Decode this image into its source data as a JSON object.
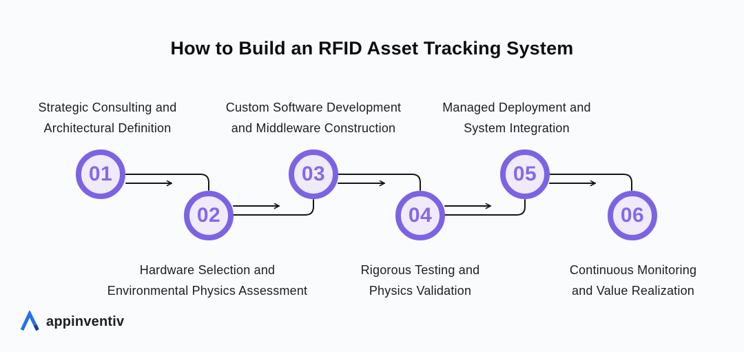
{
  "title": "How to Build an RFID Asset Tracking System",
  "steps": [
    {
      "number": "01",
      "line1": "Strategic Consulting and",
      "line2": "Architectural Definition",
      "label_position": "top"
    },
    {
      "number": "02",
      "line1": "Hardware Selection and",
      "line2": "Environmental Physics Assessment",
      "label_position": "bottom"
    },
    {
      "number": "03",
      "line1": "Custom Software Development",
      "line2": "and Middleware Construction",
      "label_position": "top"
    },
    {
      "number": "04",
      "line1": "Rigorous Testing and",
      "line2": "Physics Validation",
      "label_position": "bottom"
    },
    {
      "number": "05",
      "line1": "Managed Deployment and",
      "line2": "System Integration",
      "label_position": "top"
    },
    {
      "number": "06",
      "line1": "Continuous Monitoring",
      "line2": "and Value Realization",
      "label_position": "bottom"
    }
  ],
  "logo": {
    "brand": "appinventiv",
    "icon": "appinventiv-a-icon"
  },
  "colors": {
    "background": "#FAFBFD",
    "circle_border": "#7C63E4",
    "circle_fill": "#EFEBFB",
    "circle_number": "#8668E8",
    "connector": "#141414",
    "text": "#1D1D1F",
    "logo_blue": "#2470E8",
    "logo_dark": "#1A3C8F"
  }
}
